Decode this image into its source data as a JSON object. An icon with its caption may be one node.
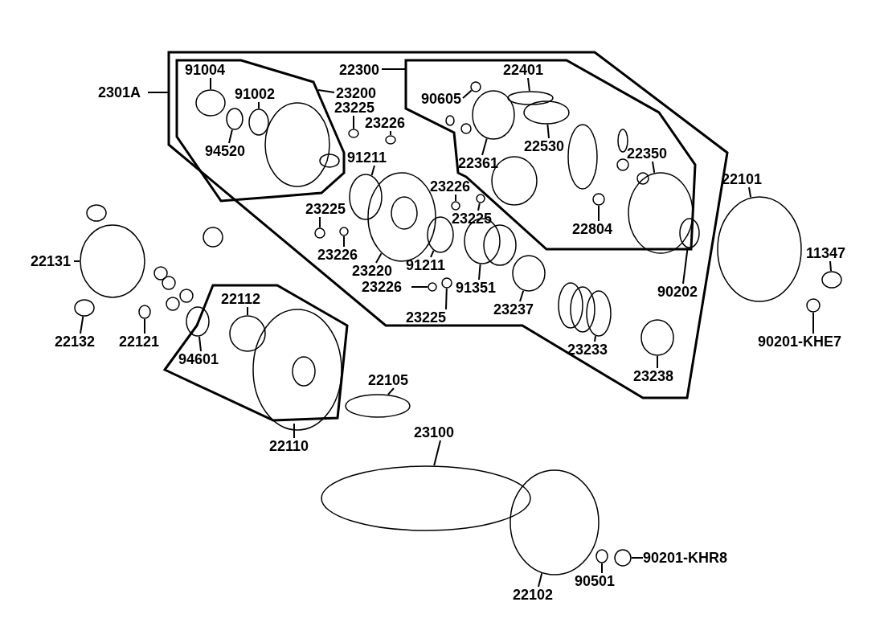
{
  "diagram": {
    "nodes": [
      {
        "text": [
          "2301A"
        ]
      },
      {
        "text": [
          "91004"
        ]
      },
      {
        "text": [
          "91002"
        ]
      },
      {
        "text": [
          "23200"
        ]
      },
      {
        "text": [
          "23225"
        ]
      },
      {
        "text": [
          "23226"
        ]
      },
      {
        "text": [
          "94520"
        ]
      },
      {
        "text": [
          "91211"
        ]
      },
      {
        "text": [
          "22300"
        ]
      },
      {
        "text": [
          "90605"
        ]
      },
      {
        "text": [
          "22401"
        ]
      },
      {
        "text": [
          "22361"
        ]
      },
      {
        "text": [
          "22530"
        ]
      },
      {
        "text": [
          "22350"
        ]
      },
      {
        "text": [
          "22804"
        ]
      },
      {
        "text": [
          "23226"
        ]
      },
      {
        "text": [
          "23225"
        ]
      },
      {
        "text": [
          "23225"
        ]
      },
      {
        "text": [
          "23226"
        ]
      },
      {
        "text": [
          "23220"
        ]
      },
      {
        "text": [
          "91211"
        ]
      },
      {
        "text": [
          "91351"
        ]
      },
      {
        "text": [
          "23226"
        ]
      },
      {
        "text": [
          "23225"
        ]
      },
      {
        "text": [
          "23237"
        ]
      },
      {
        "text": [
          "23233"
        ]
      },
      {
        "text": [
          "23238"
        ]
      },
      {
        "text": [
          "22101"
        ]
      },
      {
        "text": [
          "11347"
        ]
      },
      {
        "text": [
          "90202"
        ]
      },
      {
        "text": [
          "90201-KHE7"
        ]
      },
      {
        "text": [
          "22131"
        ]
      },
      {
        "text": [
          "22132"
        ]
      },
      {
        "text": [
          "22121"
        ]
      },
      {
        "text": [
          "22112"
        ]
      },
      {
        "text": [
          "94601"
        ]
      },
      {
        "text": [
          "22110"
        ]
      },
      {
        "text": [
          "22105"
        ]
      },
      {
        "text": [
          "23100"
        ]
      },
      {
        "text": [
          "22102"
        ]
      },
      {
        "text": [
          "90501"
        ]
      },
      {
        "text": [
          "90201-KHR8"
        ]
      },
      {
        "text": [],
        "shape": "circle"
      },
      {
        "text": [],
        "shape": "circle"
      },
      {
        "text": [],
        "shape": "circle"
      },
      {
        "text": [],
        "shape": "circle"
      },
      {
        "text": [],
        "shape": "circle"
      },
      {
        "text": [],
        "shape": "circle"
      },
      {
        "text": [],
        "shape": "circle"
      },
      {
        "text": [],
        "shape": "circle"
      },
      {
        "text": [],
        "shape": "circle"
      },
      {
        "text": [],
        "shape": "circle"
      },
      {
        "text": [],
        "shape": "circle"
      },
      {
        "text": [],
        "shape": "circle"
      },
      {
        "text": [],
        "shape": "circle"
      },
      {
        "text": [],
        "shape": "circle"
      },
      {
        "text": [],
        "shape": "circle"
      },
      {
        "text": [],
        "shape": "circle"
      },
      {
        "text": [],
        "shape": "circle"
      },
      {
        "text": [],
        "shape": "circle"
      },
      {
        "text": [],
        "shape": "circle"
      },
      {
        "text": [],
        "shape": "circle"
      },
      {
        "text": [],
        "shape": "circle"
      },
      {
        "text": [],
        "shape": "circle"
      },
      {
        "text": [],
        "shape": "circle"
      },
      {
        "text": [],
        "shape": "circle"
      },
      {
        "text": [],
        "shape": "circle"
      },
      {
        "text": [],
        "shape": "circle"
      },
      {
        "text": [],
        "shape": "circle"
      },
      {
        "text": [],
        "shape": "circle"
      },
      {
        "text": [],
        "shape": "circle"
      },
      {
        "text": [],
        "shape": "circle"
      },
      {
        "text": [],
        "shape": "circle"
      },
      {
        "text": [],
        "shape": "circle"
      },
      {
        "text": [],
        "shape": "circle"
      },
      {
        "text": [],
        "shape": "circle"
      },
      {
        "text": [],
        "shape": "circle"
      },
      {
        "text": [],
        "shape": "circle"
      },
      {
        "text": [],
        "shape": "circle"
      },
      {
        "text": [],
        "shape": "circle"
      }
    ],
    "edges": [
      {
        "from": 0,
        "to": null,
        "arrow": "none"
      },
      {
        "from": 1,
        "to": 42,
        "arrow": "none"
      },
      {
        "from": 2,
        "to": 43,
        "arrow": "none"
      },
      {
        "from": 3,
        "to": null,
        "arrow": "none"
      },
      {
        "from": 4,
        "to": 44,
        "arrow": "none"
      },
      {
        "from": 5,
        "to": 45,
        "arrow": "none"
      },
      {
        "from": 6,
        "to": 46,
        "arrow": "none"
      },
      {
        "from": 7,
        "to": 47,
        "arrow": "none"
      },
      {
        "from": 8,
        "to": null,
        "arrow": "none"
      },
      {
        "from": 9,
        "to": 48,
        "arrow": "none"
      },
      {
        "from": 10,
        "to": 49,
        "arrow": "none"
      },
      {
        "from": 11,
        "to": 50,
        "arrow": "none"
      },
      {
        "from": 12,
        "to": 51,
        "arrow": "none"
      },
      {
        "from": 13,
        "to": 52,
        "arrow": "none"
      },
      {
        "from": 14,
        "to": 53,
        "arrow": "none"
      },
      {
        "from": 15,
        "to": 54,
        "arrow": "none"
      },
      {
        "from": 16,
        "to": 55,
        "arrow": "none"
      },
      {
        "from": 17,
        "to": 56,
        "arrow": "none"
      },
      {
        "from": 18,
        "to": 57,
        "arrow": "none"
      },
      {
        "from": 19,
        "to": 58,
        "arrow": "none"
      },
      {
        "from": 20,
        "to": 59,
        "arrow": "none"
      },
      {
        "from": 21,
        "to": 60,
        "arrow": "none"
      },
      {
        "from": 22,
        "to": 61,
        "arrow": "none"
      },
      {
        "from": 23,
        "to": 62,
        "arrow": "none"
      },
      {
        "from": 24,
        "to": 63,
        "arrow": "none"
      },
      {
        "from": 25,
        "to": 64,
        "arrow": "none"
      },
      {
        "from": 26,
        "to": 65,
        "arrow": "none"
      },
      {
        "from": 27,
        "to": 66,
        "arrow": "none"
      },
      {
        "from": 28,
        "to": 67,
        "arrow": "none"
      },
      {
        "from": 29,
        "to": 68,
        "arrow": "none"
      },
      {
        "from": 30,
        "to": 69,
        "arrow": "none"
      },
      {
        "from": 31,
        "to": 70,
        "arrow": "none"
      },
      {
        "from": 32,
        "to": 71,
        "arrow": "none"
      },
      {
        "from": 33,
        "to": 72,
        "arrow": "none"
      },
      {
        "from": 34,
        "to": 73,
        "arrow": "none"
      },
      {
        "from": 35,
        "to": 74,
        "arrow": "none"
      },
      {
        "from": 36,
        "to": null,
        "arrow": "none"
      },
      {
        "from": 37,
        "to": 75,
        "arrow": "none"
      },
      {
        "from": 38,
        "to": 76,
        "arrow": "none"
      },
      {
        "from": 39,
        "to": 77,
        "arrow": "none"
      },
      {
        "from": 40,
        "to": 78,
        "arrow": "none"
      },
      {
        "from": 41,
        "to": 79,
        "arrow": "none"
      }
    ]
  }
}
